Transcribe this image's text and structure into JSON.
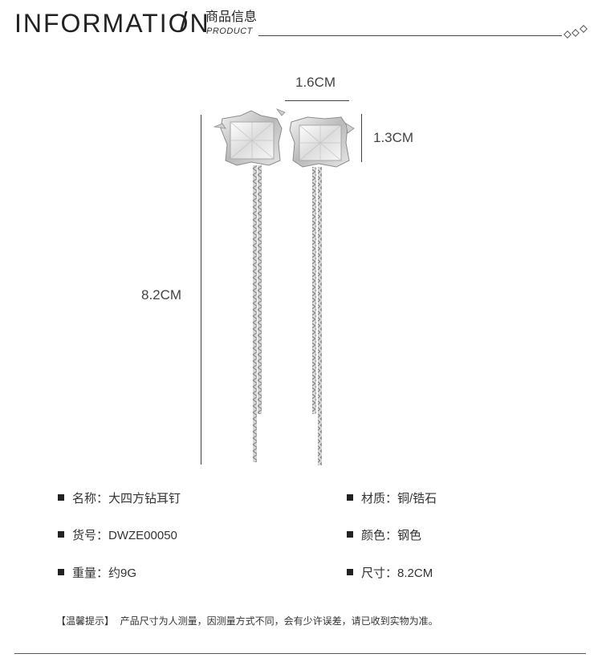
{
  "header": {
    "title": "INFORMATION",
    "slash": "/",
    "cn_title": "商品信息",
    "en_subtitle": "PRODUCT"
  },
  "dimensions": {
    "width": "1.6CM",
    "height_top": "1.3CM",
    "length": "8.2CM"
  },
  "specs": {
    "left": [
      {
        "label": "名称：",
        "value": "大四方钻耳钉"
      },
      {
        "label": "货号：",
        "value": "DWZE00050"
      },
      {
        "label": "重量：",
        "value": "约9G"
      }
    ],
    "right": [
      {
        "label": "材质：",
        "value": "铜/锆石"
      },
      {
        "label": "颜色：",
        "value": "钢色"
      },
      {
        "label": "尺寸：",
        "value": "8.2CM"
      }
    ]
  },
  "notice": {
    "prefix": "【温馨提示】",
    "text": "产品尺寸为人测量，因测量方式不同，会有少许误差，请已收到实物为准。"
  },
  "colors": {
    "text": "#333333",
    "metal": "#c8c8c8",
    "accent_dark": "#222222"
  }
}
